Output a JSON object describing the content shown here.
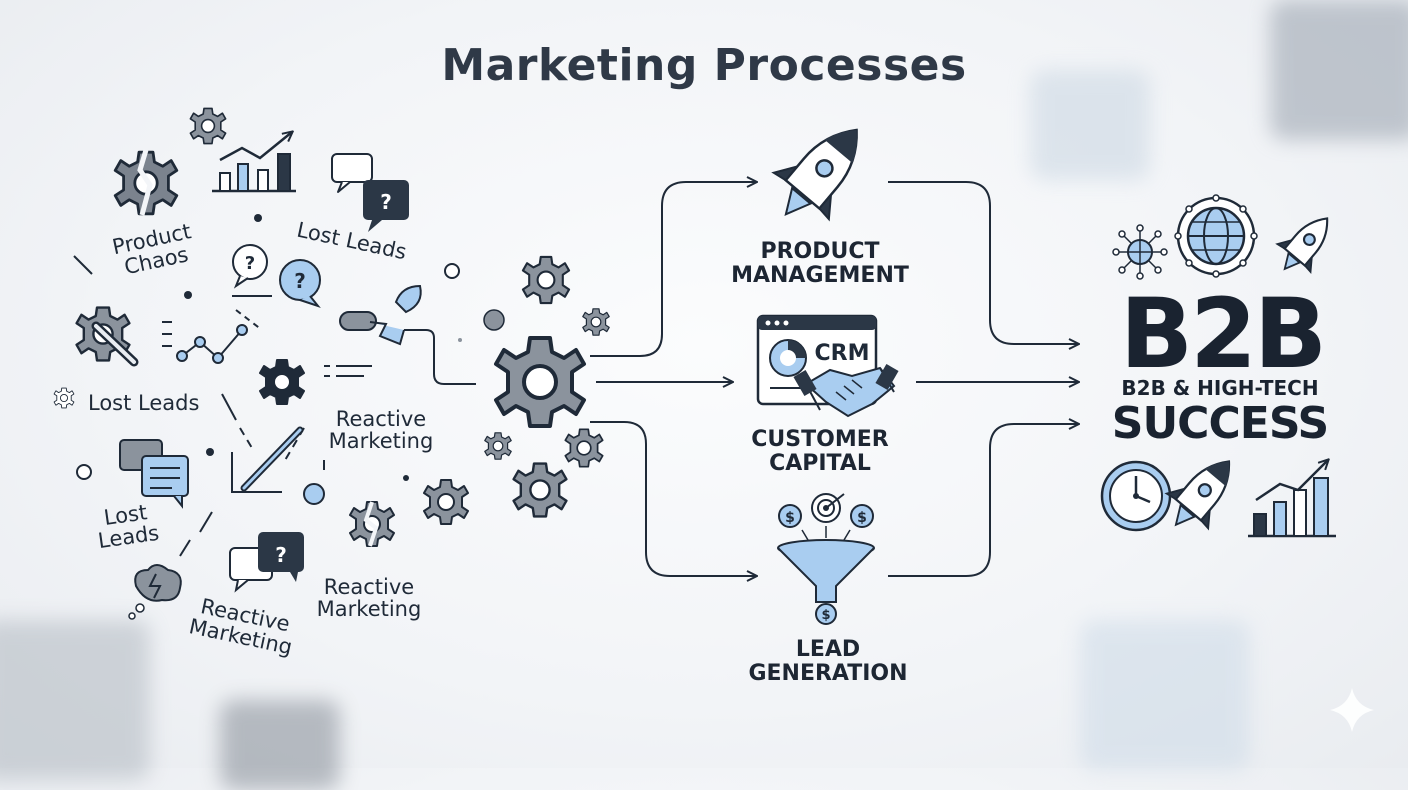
{
  "title": "Marketing Processes",
  "chaos_labels": {
    "product_chaos": [
      "Product",
      "Chaos"
    ],
    "lost_leads_top": "Lost Leads",
    "lost_leads_mid": "Lost Leads",
    "lost_leads_bottom": [
      "Lost",
      "Leads"
    ],
    "reactive_1": [
      "Reactive",
      "Marketing"
    ],
    "reactive_2": [
      "Reactive",
      "Marketing"
    ],
    "reactive_3": [
      "Reactive",
      "Marketing"
    ]
  },
  "stages": {
    "product_management": [
      "PRODUCT",
      "MANAGEMENT"
    ],
    "crm_text": "CRM",
    "customer_capital": [
      "CUSTOMER",
      "CAPITAL"
    ],
    "lead_generation": [
      "LEAD",
      "GENERATION"
    ]
  },
  "outcome": {
    "big": "B2B",
    "subtitle": "B2B & HIGH-TECH",
    "success": "SUCCESS"
  },
  "icons": {
    "q1": "?",
    "q2": "?",
    "q3": "?",
    "q4": "?",
    "dollar": "$"
  },
  "colors": {
    "navy": "#1f2a38",
    "light_blue": "#a9cdf0",
    "gray_gear": "#6f7782"
  }
}
